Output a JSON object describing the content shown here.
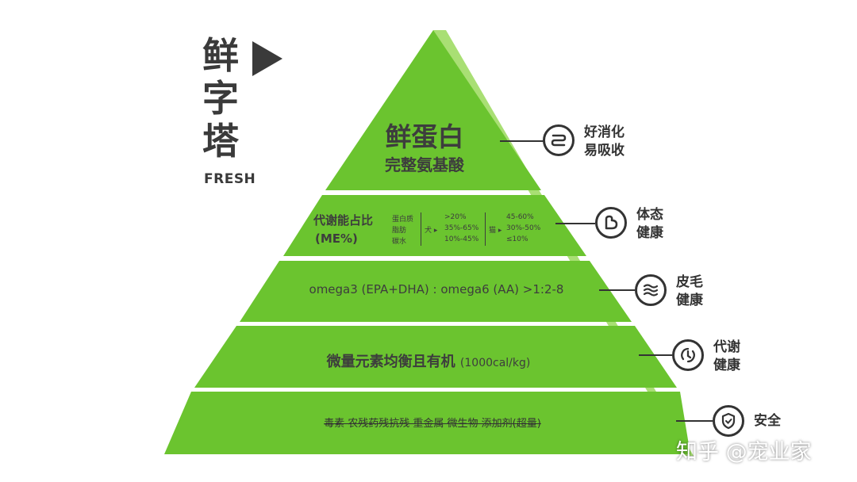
{
  "title": {
    "chars": [
      "鲜",
      "字",
      "塔"
    ],
    "subtitle": "FRESH"
  },
  "tiers": {
    "t1": {
      "main": "鲜蛋白",
      "sub": "完整氨基酸"
    },
    "t2": {
      "label1": "代谢能占比",
      "label2": "(ME%)",
      "nutrients": [
        "蛋白质",
        "脂肪",
        "碳水"
      ],
      "dog_marker": "犬 ▸",
      "dog_values": [
        ">20%",
        "35%-65%",
        "10%-45%"
      ],
      "cat_marker": "猫 ▸",
      "cat_values": [
        "45-60%",
        "30%-50%",
        "≤10%"
      ]
    },
    "t3": {
      "text": "omega3 (EPA+DHA) : omega6 (AA) >1:2-8"
    },
    "t4": {
      "text": "微量元素均衡且有机",
      "sub": "(1000cal/kg)"
    },
    "t5": {
      "text": "毒素 农残药残抗残 重金属 微生物 添加剂(超量)"
    }
  },
  "benefits": [
    {
      "line1": "好消化",
      "line2": "易吸收",
      "icon": "digestion-icon"
    },
    {
      "line1": "体态",
      "line2": "健康",
      "icon": "body-shape-icon"
    },
    {
      "line1": "皮毛",
      "line2": "健康",
      "icon": "fur-icon"
    },
    {
      "line1": "代谢",
      "line2": "健康",
      "icon": "metabolism-icon"
    },
    {
      "line1": "安全",
      "line2": "",
      "icon": "shield-icon"
    }
  ],
  "watermark": "知乎 @宠业家",
  "colors": {
    "pyramid_green": "#6bc42f",
    "pyramid_shadow": "#a9df74",
    "text_dark": "#3d3d3d"
  }
}
